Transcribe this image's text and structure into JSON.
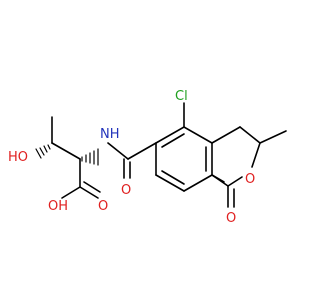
{
  "molecule": {
    "atoms": {
      "cl": "Cl",
      "nh": "NH",
      "o_amide": "O",
      "o_ring": "O",
      "o_lactone": "O",
      "ho": "HO",
      "oh": "OH",
      "o_acid": "O"
    },
    "colors": {
      "bond": "#000000",
      "chlorine": "#1FA01F",
      "nitrogen": "#2233BB",
      "oxygen": "#E02020"
    }
  }
}
